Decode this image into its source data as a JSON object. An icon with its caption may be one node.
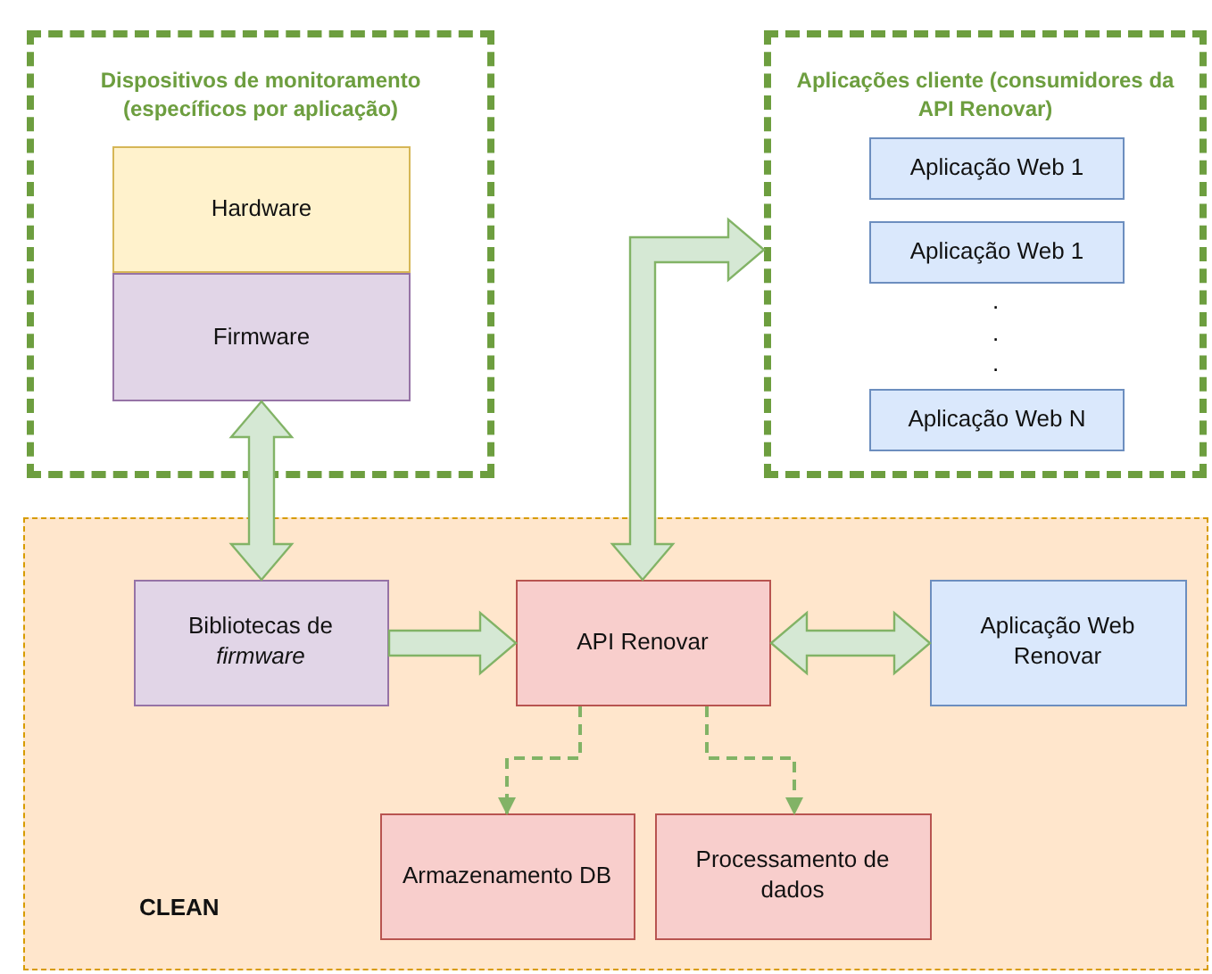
{
  "diagram": {
    "nodes": [
      {
        "text": [
          "Dispositivos de monitoramento (específicos por aplicação)"
        ]
      },
      {
        "text": [
          "Hardware"
        ],
        "in": 0
      },
      {
        "text": [
          "Firmware"
        ],
        "in": 0
      },
      {
        "text": [
          "Aplicações cliente (consumidores da API Renovar)"
        ]
      },
      {
        "text": [
          "Aplicação Web 1"
        ],
        "in": 3
      },
      {
        "text": [
          "Aplicação Web 1"
        ],
        "in": 3
      },
      {
        "text": [
          "Aplicação Web N"
        ],
        "in": 3
      },
      {
        "text": [
          "CLEAN"
        ]
      },
      {
        "text": [
          "Bibliotecas de *firmware*"
        ],
        "in": 7
      },
      {
        "text": [
          "API Renovar"
        ],
        "in": 7
      },
      {
        "text": [
          "Aplicação Web Renovar"
        ],
        "in": 7
      },
      {
        "text": [
          "Armazenamento DB"
        ],
        "in": 7
      },
      {
        "text": [
          "Processamento de dados"
        ],
        "in": 7
      }
    ],
    "edges": [
      {
        "from": 2,
        "to": 8,
        "arrow": "both"
      },
      {
        "from": 8,
        "to": 9,
        "arrow": "to"
      },
      {
        "from": 9,
        "to": 3,
        "arrow": "both"
      },
      {
        "from": 9,
        "to": 10,
        "arrow": "both"
      },
      {
        "from": 9,
        "to": 11,
        "arrow": "to",
        "style": "dashed"
      },
      {
        "from": 9,
        "to": 12,
        "arrow": "to",
        "style": "dashed"
      }
    ],
    "labels": [
      ".",
      ".",
      "."
    ]
  }
}
